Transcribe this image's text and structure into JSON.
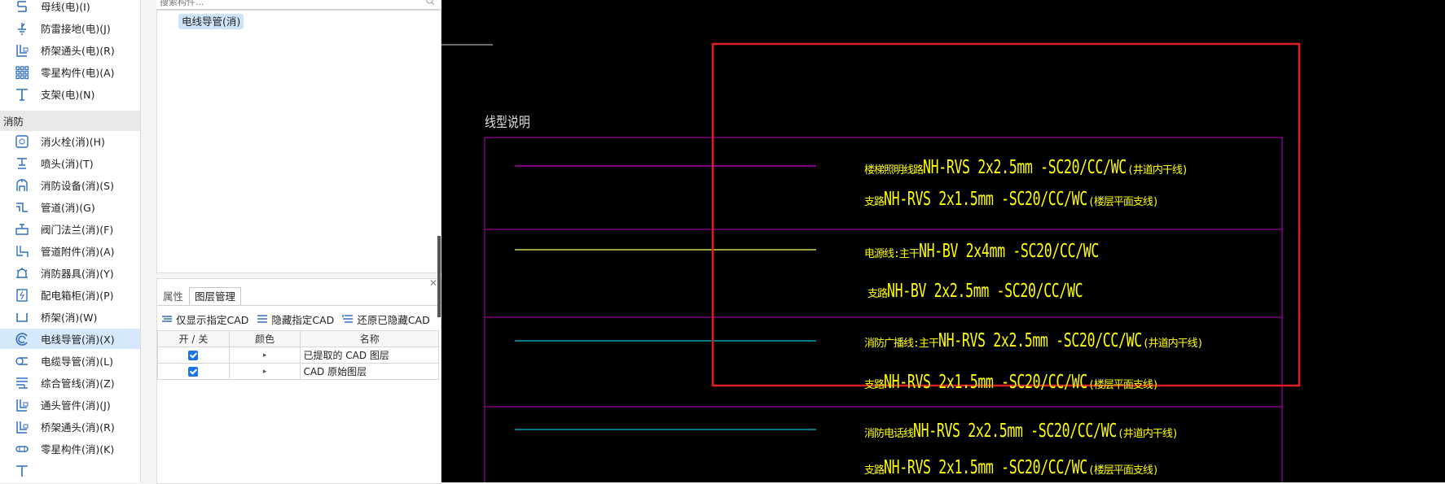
{
  "tree": {
    "items_top": [
      {
        "label": "母线(电)(I)",
        "icon": "busbar-icon"
      },
      {
        "label": "防雷接地(电)(J)",
        "icon": "lightning-ground-icon"
      },
      {
        "label": "桥架通头(电)(R)",
        "icon": "tray-fitting-icon"
      },
      {
        "label": "零星构件(电)(A)",
        "icon": "grid-dots-icon"
      },
      {
        "label": "支架(电)(N)",
        "icon": "bracket-icon"
      }
    ],
    "group": "消防",
    "items_fire": [
      {
        "label": "消火栓(消)(H)",
        "icon": "hydrant-icon"
      },
      {
        "label": "喷头(消)(T)",
        "icon": "sprinkler-icon"
      },
      {
        "label": "消防设备(消)(S)",
        "icon": "fire-equipment-icon"
      },
      {
        "label": "管道(消)(G)",
        "icon": "pipe-icon"
      },
      {
        "label": "阀门法兰(消)(F)",
        "icon": "valve-icon"
      },
      {
        "label": "管道附件(消)(A)",
        "icon": "pipe-accessory-icon"
      },
      {
        "label": "消防器具(消)(Y)",
        "icon": "alarm-icon"
      },
      {
        "label": "配电箱柜(消)(P)",
        "icon": "distribution-box-icon"
      },
      {
        "label": "桥架(消)(W)",
        "icon": "cable-tray-icon"
      },
      {
        "label": "电线导管(消)(X)",
        "icon": "conduit-icon",
        "selected": true
      },
      {
        "label": "电缆导管(消)(L)",
        "icon": "cable-conduit-icon"
      },
      {
        "label": "综合管线(消)(Z)",
        "icon": "composite-pipeline-icon"
      },
      {
        "label": "通头管件(消)(J)",
        "icon": "pipe-fitting-icon"
      },
      {
        "label": "桥架通头(消)(R)",
        "icon": "tray-fitting-icon"
      },
      {
        "label": "零星构件(消)(K)",
        "icon": "misc-component-icon"
      }
    ]
  },
  "search": {
    "placeholder": "搜索构件..."
  },
  "component_list": {
    "selected": "电线导管(消)"
  },
  "props": {
    "tabs": [
      "属性",
      "图层管理"
    ],
    "active_tab": 1,
    "toolbar": [
      "仅显示指定CAD",
      "隐藏指定CAD",
      "还原已隐藏CAD"
    ],
    "table": {
      "headers": [
        "开 / 关",
        "颜色",
        "名称"
      ],
      "rows": [
        {
          "checked": true,
          "name": "已提取的 CAD 图层"
        },
        {
          "checked": true,
          "name": "CAD 原始图层"
        }
      ]
    }
  },
  "cad": {
    "title": "线型说明",
    "rows": [
      {
        "line_color": "#d000d0",
        "texts": [
          {
            "prefix": "楼梯照明线路",
            "main": "NH-RVS 2x2.5mm -SC20/CC/WC",
            "suffix": "(井道内干线)"
          },
          {
            "prefix": "支路",
            "main": "NH-RVS 2x1.5mm -SC20/CC/WC",
            "suffix": "(楼层平面支线)"
          }
        ]
      },
      {
        "line_color": "#ffff66",
        "texts": [
          {
            "prefix": "电源线:主干",
            "main": "NH-BV 2x4mm -SC20/CC/WC",
            "suffix": ""
          },
          {
            "prefix": "支路",
            "main": "NH-BV 2x2.5mm -SC20/CC/WC",
            "suffix": ""
          }
        ]
      },
      {
        "line_color": "#00c8d0",
        "texts": [
          {
            "prefix": "消防广播线:主干",
            "main": "NH-RVS 2x2.5mm -SC20/CC/WC",
            "suffix": "(井道内干线)"
          },
          {
            "prefix": "支路",
            "main": "NH-RVS 2x1.5mm -SC20/CC/WC",
            "suffix": "(楼层平面支线)"
          }
        ]
      },
      {
        "line_color": "#00c8d0",
        "texts": [
          {
            "prefix": "消防电话线",
            "main": "NH-RVS 2x2.5mm -SC20/CC/WC",
            "suffix": "(井道内干线)"
          },
          {
            "prefix": "支路",
            "main": "NH-RVS 2x1.5mm -SC20/CC/WC",
            "suffix": "(楼层平面支线)"
          }
        ]
      }
    ],
    "colors": {
      "table_border": "#c000c0",
      "highlight": "#e02020",
      "text": "#ffff00"
    }
  }
}
